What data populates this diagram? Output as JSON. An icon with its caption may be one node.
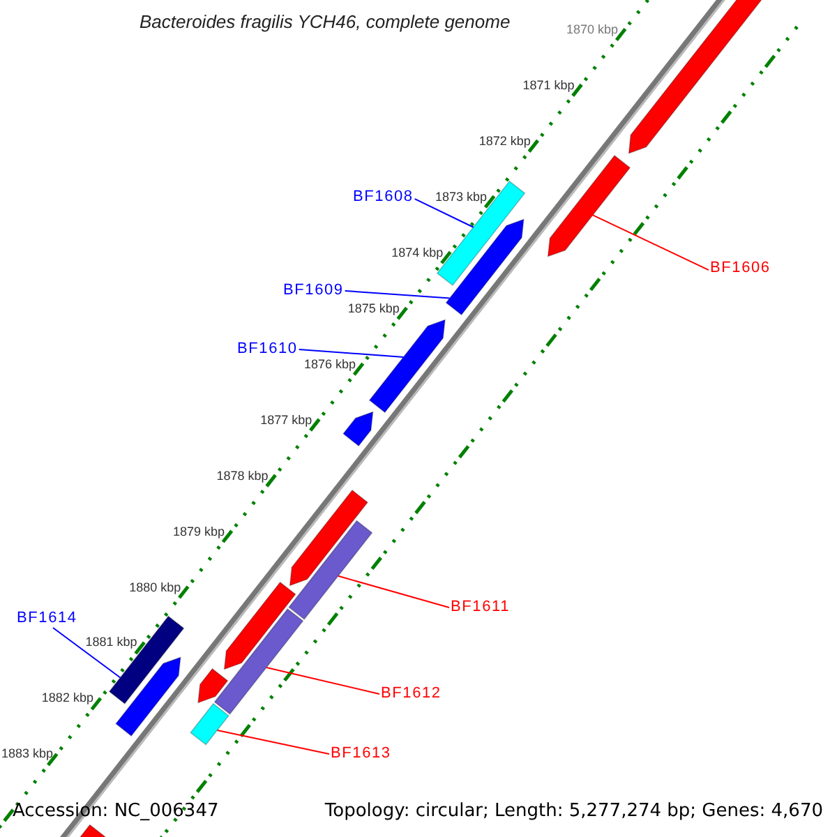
{
  "diagram": {
    "title": "Bacteroides fragilis YCH46, complete genome",
    "nodes": [
      {
        "text": [
          "BF1606"
        ]
      },
      {
        "text": [],
        "shape": "bar"
      },
      {
        "text": [
          "BF1608"
        ]
      },
      {
        "text": [],
        "shape": "bar"
      },
      {
        "text": [
          "BF1609"
        ]
      },
      {
        "text": [],
        "shape": "bar"
      },
      {
        "text": [
          "BF1610"
        ]
      },
      {
        "text": [],
        "shape": "bar"
      },
      {
        "text": [
          "BF1611"
        ]
      },
      {
        "text": [],
        "shape": "bar"
      },
      {
        "text": [
          "BF1612"
        ]
      },
      {
        "text": [],
        "shape": "bar"
      },
      {
        "text": [
          "BF1613"
        ]
      },
      {
        "text": [],
        "shape": "bar"
      },
      {
        "text": [
          "BF1614"
        ]
      },
      {
        "text": [],
        "shape": "bar"
      },
      {
        "text": [],
        "shape": "bar"
      },
      {
        "text": [],
        "shape": "bar"
      },
      {
        "text": [],
        "shape": "bar"
      },
      {
        "text": [],
        "shape": "bar"
      },
      {
        "text": [],
        "shape": "bar"
      },
      {
        "text": [],
        "shape": "bar"
      },
      {
        "text": [],
        "shape": "bar"
      }
    ],
    "edges": [
      {
        "from": 0,
        "to": 1,
        "arrow": "none",
        "color": "#ff0000"
      },
      {
        "from": 2,
        "to": 3,
        "arrow": "none",
        "color": "#0000ff"
      },
      {
        "from": 4,
        "to": 5,
        "arrow": "none",
        "color": "#0000ff"
      },
      {
        "from": 6,
        "to": 7,
        "arrow": "none",
        "color": "#0000ff"
      },
      {
        "from": 8,
        "to": 9,
        "arrow": "none",
        "color": "#ff0000"
      },
      {
        "from": 10,
        "to": 11,
        "arrow": "none",
        "color": "#ff0000"
      },
      {
        "from": 12,
        "to": 13,
        "arrow": "none",
        "color": "#ff0000"
      },
      {
        "from": 14,
        "to": 15,
        "arrow": "none",
        "color": "#0000ff"
      }
    ],
    "labels": [
      "1870 kbp",
      "1871 kbp",
      "1872 kbp",
      "1873 kbp",
      "1874 kbp",
      "1875 kbp",
      "1876 kbp",
      "1877 kbp",
      "1878 kbp",
      "1879 kbp",
      "1880 kbp",
      "1881 kbp",
      "1882 kbp",
      "1883 kbp",
      "Accession: NC_006347",
      "Topology: circular; Length: 5,277,274 bp; Genes: 4,670"
    ]
  }
}
